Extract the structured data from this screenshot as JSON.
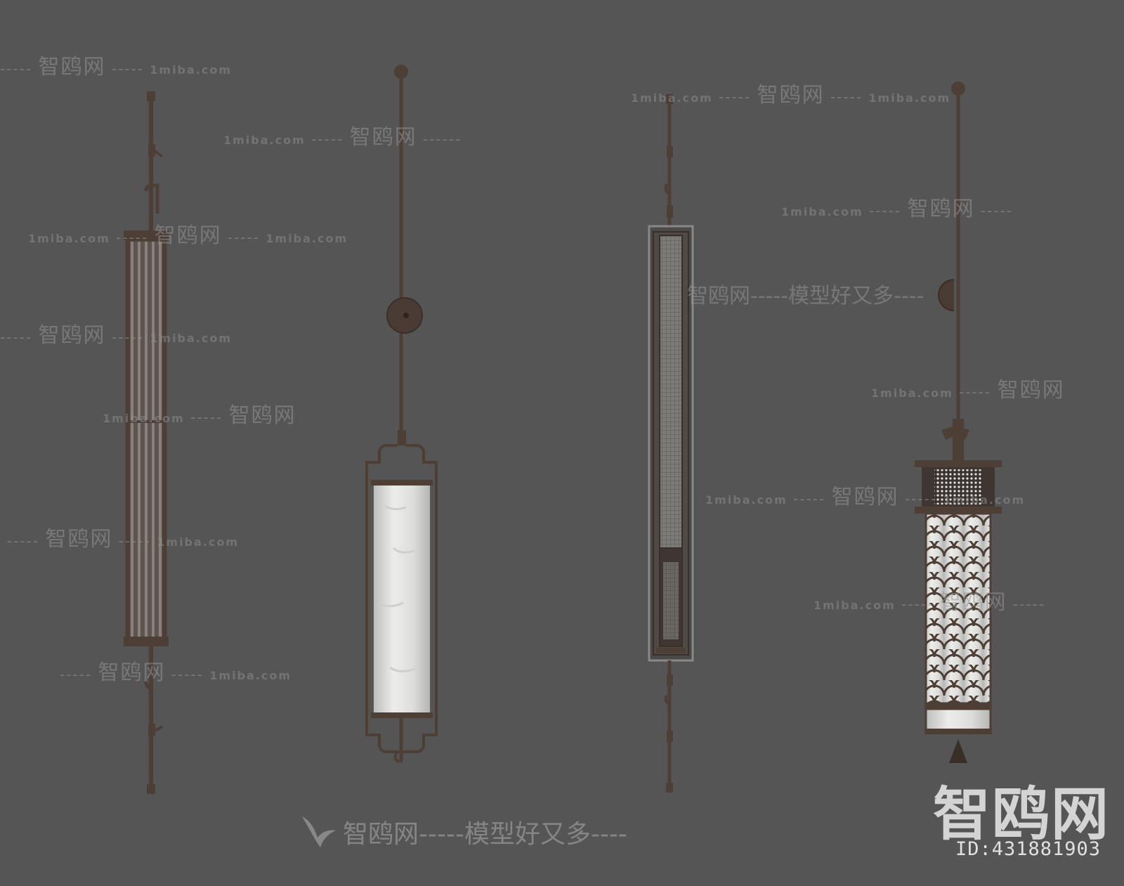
{
  "colors": {
    "background": "#555555",
    "metal": "#4d3e36",
    "metal_dark": "#3a2e28",
    "alabaster": "#e6e6e4",
    "glass_rod": "#7a6e66"
  },
  "watermarks": {
    "site_cn": "智鸥网",
    "site_url": "1miba.com",
    "slogan": "智鸥网-----模型好又多----",
    "dash_short": "-----",
    "dash_long": "------"
  },
  "footer": {
    "watermark_text": "智鸥网-----模型好又多----",
    "logo_text": "智鸥网",
    "asset_id": "ID:431881903",
    "bird_icon": "seagull-icon"
  },
  "lamps": [
    {
      "name": "caged-glass-rod-sconce"
    },
    {
      "name": "alabaster-cylinder-sconce"
    },
    {
      "name": "mesh-tube-sconce"
    },
    {
      "name": "scale-pattern-alabaster-sconce"
    }
  ]
}
